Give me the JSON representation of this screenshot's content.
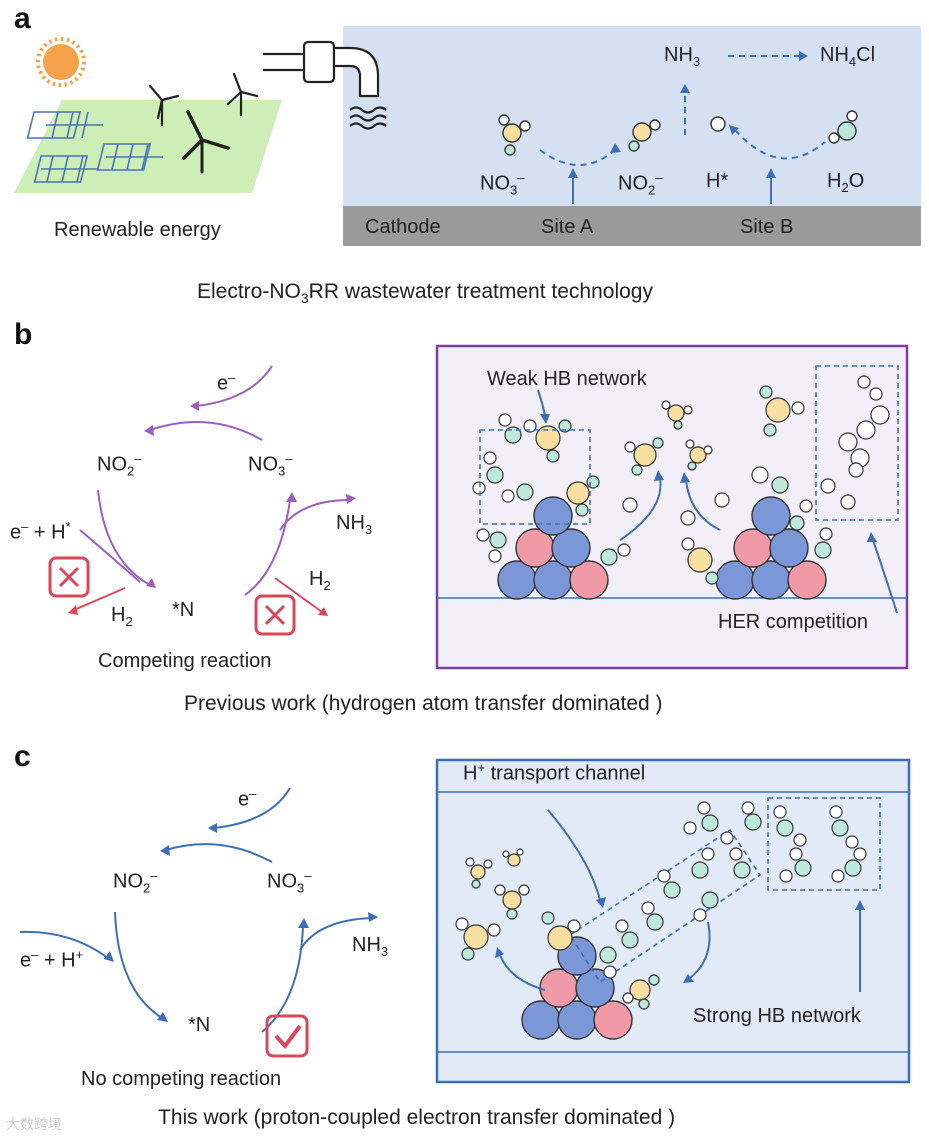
{
  "panel_a": {
    "label": "a",
    "renewable_label": "Renewable energy",
    "cathode_label": "Cathode",
    "site_a": "Site A",
    "site_b": "Site B",
    "nh3": "NH3",
    "nh4cl": "NH4Cl",
    "no3": "NO3–",
    "no2": "NO2–",
    "hstar": "H*",
    "h2o": "H2O",
    "caption": "Electro-NO3RR wastewater treatment technology"
  },
  "panel_b": {
    "label": "b",
    "electron": "e–",
    "no2": "NO2–",
    "no3": "NO3–",
    "e_plus_h": "e– + H*",
    "nh3": "NH3",
    "h2_left": "H2",
    "h2_right": "H2",
    "n_star": "*N",
    "competing": "Competing reaction",
    "weak_hb": "Weak HB network",
    "her": "HER competition",
    "caption": "Previous work (hydrogen atom transfer dominated )",
    "frame_color": "#7b3fa0"
  },
  "panel_c": {
    "label": "c",
    "electron": "e–",
    "no2": "NO2–",
    "no3": "NO3–",
    "e_plus_h": "e– + H+",
    "nh3": "NH3",
    "n_star": "*N",
    "no_competing": "No competing reaction",
    "h_transport": "H+ transport channel",
    "strong_hb": "Strong HB network",
    "caption": "This work (proton-coupled electron transfer dominated )",
    "frame_color": "#3d6fb6"
  },
  "colors": {
    "blue_arrow": "#3d6fb6",
    "purple_arrow": "#9b5fc0",
    "red_mark": "#d9485a",
    "atom_blue": "#7b97d8",
    "atom_pink": "#ef9aa6",
    "atom_yellow": "#f6dfa0",
    "atom_mint": "#bfe8dc",
    "panel_a_bg": "#d6e0f3",
    "cathode_gray": "#9a9a9a"
  },
  "icons": [
    "sun-icon",
    "solar-panel-icon",
    "wind-turbine-icon",
    "pipe-icon",
    "check-icon",
    "cross-icon"
  ],
  "watermark": "大数跨境"
}
